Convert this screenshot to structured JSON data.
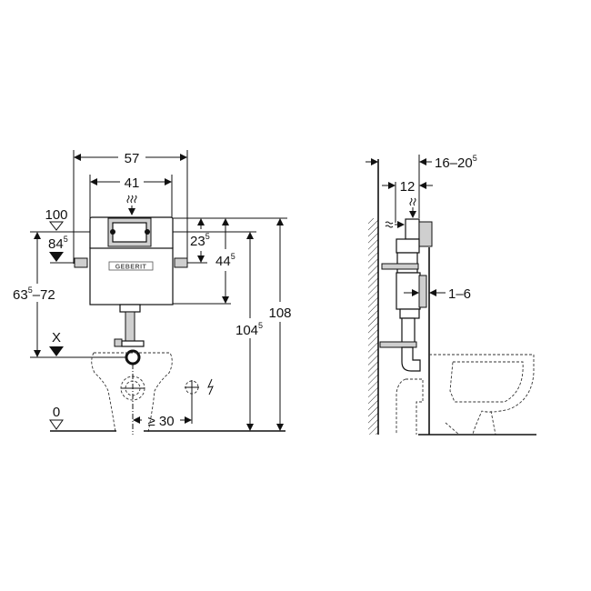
{
  "front_view": {
    "dim_width_outer": "57",
    "dim_width_inner": "41",
    "level_top": "100",
    "level_connection": {
      "main": "84",
      "sup": "5"
    },
    "level_range": {
      "main": "63",
      "sup": "5",
      "rest": "–72"
    },
    "level_outlet": "X",
    "level_floor": "0",
    "dim_top_to_connection": {
      "main": "23",
      "sup": "5"
    },
    "dim_top_to_bottom": {
      "main": "44",
      "sup": "5"
    },
    "dim_height_plate": {
      "main": "104",
      "sup": "5"
    },
    "dim_height_total": "108",
    "dim_socket_offset": "≥ 30",
    "logo": "GEBERIT",
    "icons": [
      "water-inlet-icon",
      "electric-socket-icon",
      "lightning-icon"
    ]
  },
  "side_view": {
    "dim_depth_total": {
      "main": "16–20",
      "sup": "5"
    },
    "dim_depth_frame": "12",
    "dim_wall_finish": "1–6"
  }
}
